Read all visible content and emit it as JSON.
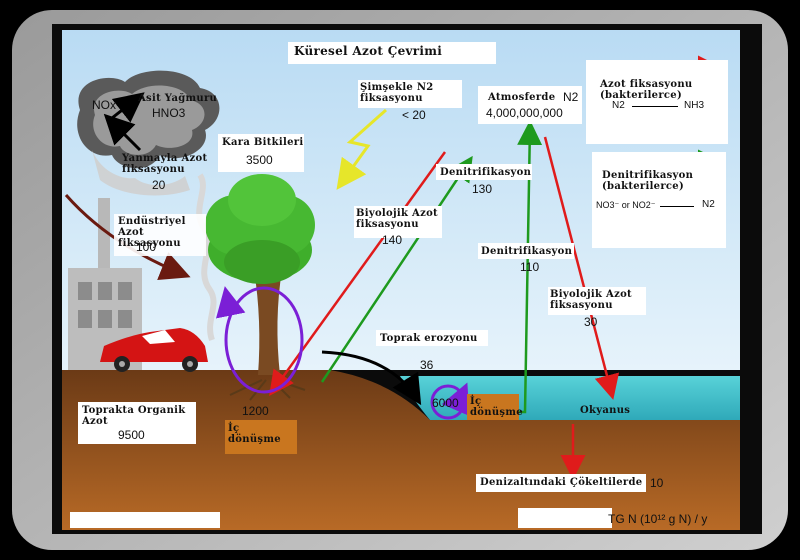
{
  "title": "Küresel Azot Çevrimi",
  "acid_rain": {
    "label": "Asit Yağmuru",
    "nox": "NOx",
    "hno3": "HNO3"
  },
  "combustion": {
    "label": "Yanmayla Azot fiksasyonu",
    "value": "20"
  },
  "industrial": {
    "label": "Endüstriyel Azot fiksasyonu",
    "value": "100"
  },
  "land_plants": {
    "label": "Kara Bitkileri",
    "value": "3500"
  },
  "lightning": {
    "label": "Şimşekle N2 fiksasyonu",
    "value": "< 20"
  },
  "atmosphere": {
    "label": "Atmosferde",
    "n2": "N2",
    "value": "4,000,000,000"
  },
  "denitrification_land": {
    "label": "Denitrifikasyon",
    "value": "130"
  },
  "bio_fixation_land": {
    "label": "Biyolojik Azot fiksasyonu",
    "value": "140"
  },
  "denitrification_ocean": {
    "label": "Denitrifikasyon",
    "value": "110"
  },
  "bio_fixation_ocean": {
    "label": "Biyolojik Azot fiksasyonu",
    "value": "30"
  },
  "soil_erosion": {
    "label": "Toprak erozyonu",
    "value": "36"
  },
  "soil_organic": {
    "label": "Toprakta Organik Azot",
    "value": "9500"
  },
  "land_internal": {
    "label": "İç dönüşme",
    "value": "1200"
  },
  "ocean_internal": {
    "label": "İç dönüşme",
    "value": "6000"
  },
  "ocean": {
    "label": "Okyanus"
  },
  "sediments": {
    "label": "Denizaltındaki Çökeltilerde",
    "value": "10"
  },
  "units": "TG N (10¹² g N) / y",
  "legend": {
    "fixation": {
      "title": "Azot fiksasyonu (bakterilerce)",
      "from": "N2",
      "to": "NH3"
    },
    "denitrification": {
      "title": "Denitrifikasyon (bakterilerce)",
      "from": "NO3⁻ or NO2⁻",
      "to": "N2"
    }
  },
  "colors": {
    "fixation_arrow": "#e01b1b",
    "denitrification_arrow": "#1e9a1e",
    "internal_loop": "#7b1fd6",
    "sky": "#cfe6f7",
    "soil": "#8a4a1a",
    "ocean": "#49c6cf"
  }
}
